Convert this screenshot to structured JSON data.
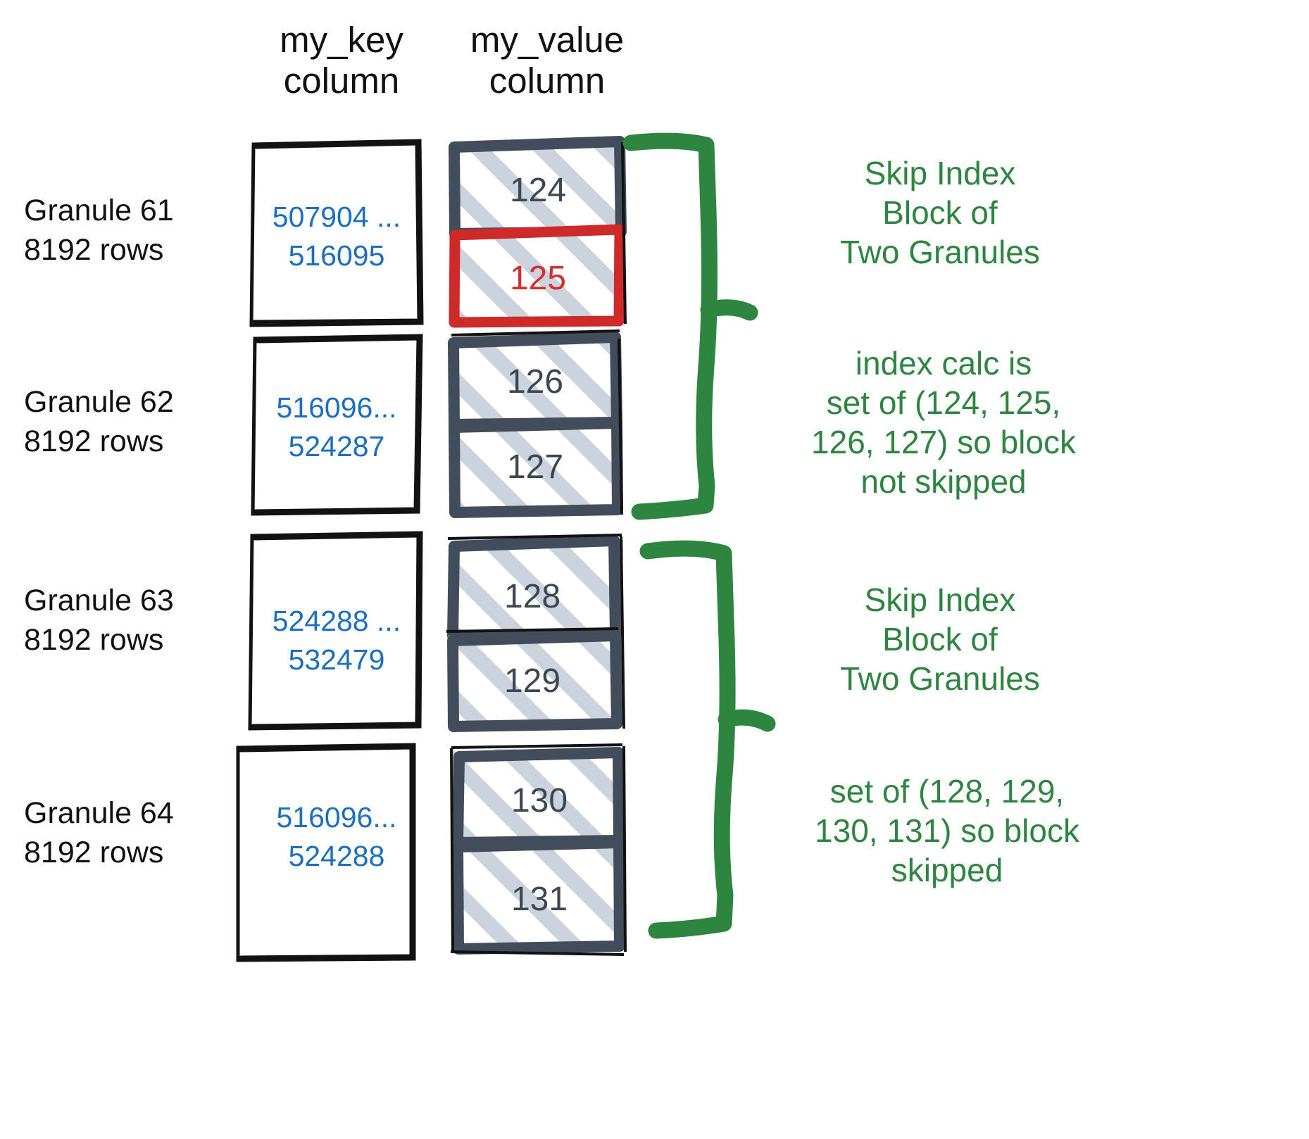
{
  "diagram": {
    "title": "ClickHouse skip index granule diagram",
    "colors": {
      "key_text": "#1b6ec2",
      "value_text": "#3d4752",
      "highlight_red": "#d32f2f",
      "annotation_green": "#2e8540",
      "box_border_dark": "#434c5a",
      "hatch": "#ccd3dd",
      "sketch_black": "#121212"
    }
  },
  "headers": {
    "key_column": "my_key\ncolumn",
    "value_column": "my_value\ncolumn"
  },
  "granules": [
    {
      "label": "Granule 61\n8192 rows",
      "key_range": "507904 ...\n516095",
      "values": [
        {
          "text": "124",
          "highlight": false
        },
        {
          "text": "125",
          "highlight": true
        }
      ]
    },
    {
      "label": "Granule 62\n8192 rows",
      "key_range": "516096...\n524287",
      "values": [
        {
          "text": "126",
          "highlight": false
        },
        {
          "text": "127",
          "highlight": false
        }
      ]
    },
    {
      "label": "Granule 63\n8192 rows",
      "key_range": "524288 ...\n532479",
      "values": [
        {
          "text": "128",
          "highlight": false
        },
        {
          "text": "129",
          "highlight": false
        }
      ]
    },
    {
      "label": "Granule 64\n8192 rows",
      "key_range": "516096...\n524288",
      "values": [
        {
          "text": "130",
          "highlight": false
        },
        {
          "text": "131",
          "highlight": false
        }
      ]
    }
  ],
  "annotations": [
    {
      "text": "Skip Index\nBlock of\nTwo Granules"
    },
    {
      "text": "index calc is\nset of (124, 125,\n126, 127) so block\nnot skipped"
    },
    {
      "text": "Skip Index\nBlock of\nTwo Granules"
    },
    {
      "text": "set of (128, 129,\n130, 131) so block\nskipped"
    }
  ]
}
